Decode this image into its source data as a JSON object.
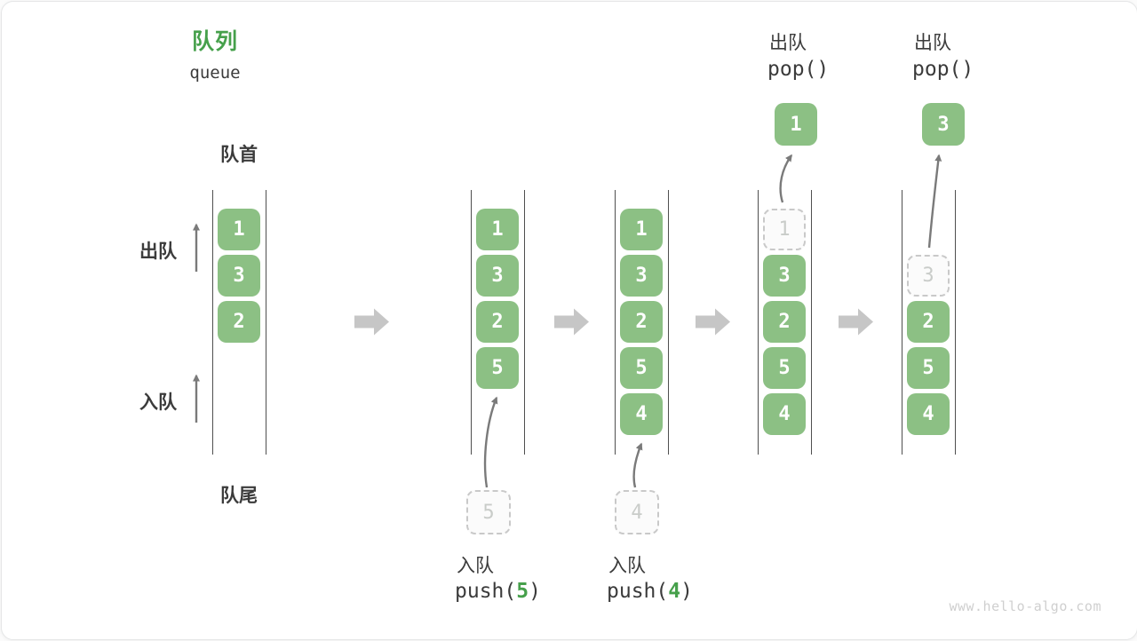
{
  "header": {
    "title_zh": "队列",
    "title_en": "queue"
  },
  "side_labels": {
    "front": "队首",
    "rear": "队尾",
    "dequeue": "出队",
    "enqueue": "入队"
  },
  "colors": {
    "box_green": "#8cc084",
    "accent_green": "#46a04b",
    "ghost_gray": "#c9c9c9",
    "arrow_gray": "#7a7a7a",
    "block_arrow_gray": "#c6c6c6"
  },
  "states": {
    "s1": {
      "cells": [
        "1",
        "3",
        "2"
      ]
    },
    "s2": {
      "cells": [
        "1",
        "3",
        "2",
        "5"
      ],
      "incoming": "5",
      "op_zh": "入队",
      "code_prefix": "push(",
      "code_arg": "5",
      "code_suffix": ")"
    },
    "s3": {
      "cells": [
        "1",
        "3",
        "2",
        "5",
        "4"
      ],
      "incoming": "4",
      "op_zh": "入队",
      "code_prefix": "push(",
      "code_arg": "4",
      "code_suffix": ")"
    },
    "s4": {
      "ghost": "1",
      "cells": [
        "3",
        "2",
        "5",
        "4"
      ],
      "popped": "1",
      "op_zh": "出队",
      "code": "pop()"
    },
    "s5": {
      "ghost": "3",
      "cells": [
        "2",
        "5",
        "4"
      ],
      "popped": "3",
      "op_zh": "出队",
      "code": "pop()"
    }
  },
  "watermark": "www.hello-algo.com"
}
